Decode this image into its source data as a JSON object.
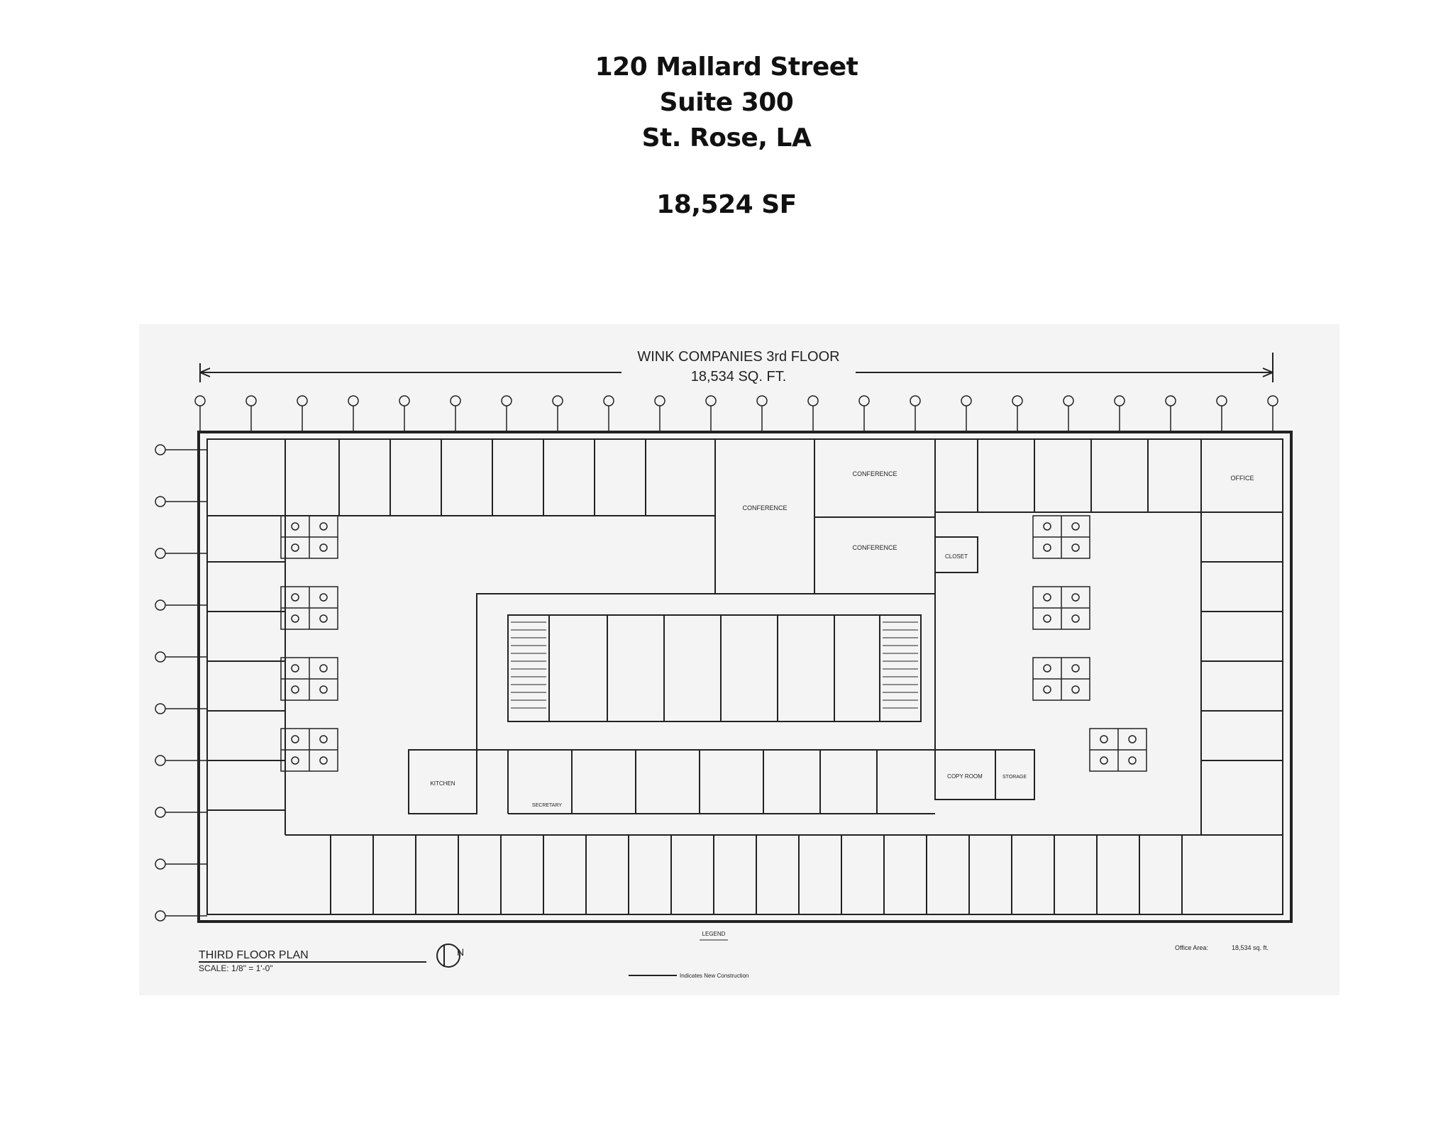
{
  "header": {
    "address": "120 Mallard Street",
    "suite": "Suite 300",
    "city": "St. Rose, LA",
    "area": "18,524 SF"
  },
  "plan": {
    "banner_title": "WINK COMPANIES 3rd FLOOR",
    "banner_area": "18,534 SQ. FT.",
    "plan_title": "THIRD FLOOR PLAN",
    "scale": "SCALE:  1/8\" = 1'-0\"",
    "legend_title": "LEGEND",
    "legend_item": "Indicates New Construction",
    "office_area_label": "Office Area:",
    "office_area_value": "18,534 sq. ft.",
    "north_mark": "N",
    "rooms": {
      "conference_1": "CONFERENCE",
      "conference_2": "CONFERENCE",
      "conference_3": "CONFERENCE",
      "closet": "CLOSET",
      "copy_room": "COPY ROOM",
      "kitchen": "KITCHEN",
      "storage": "STORAGE",
      "secretary": "SECRETARY",
      "office": "OFFICE"
    }
  }
}
